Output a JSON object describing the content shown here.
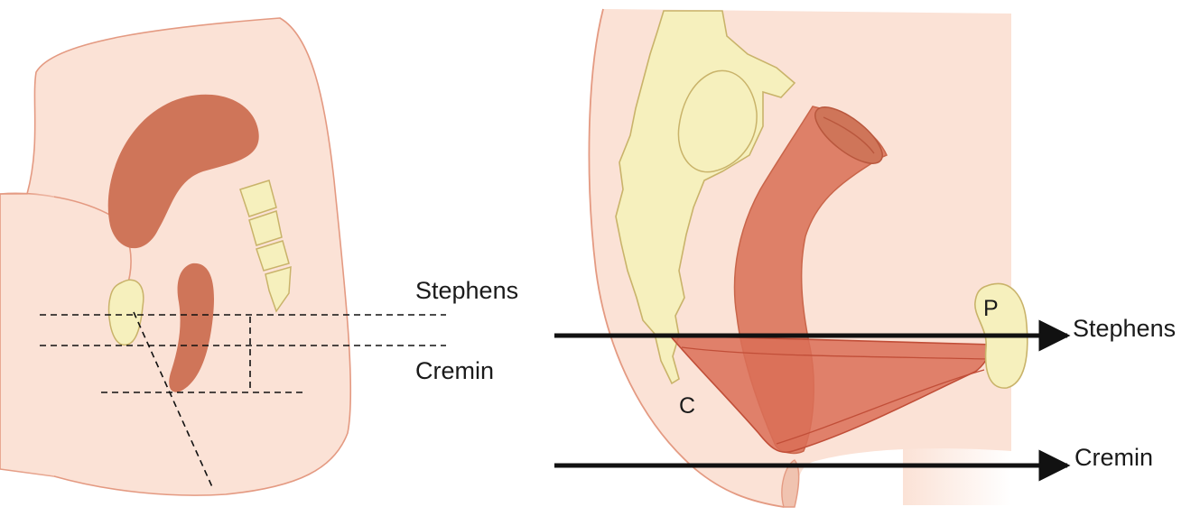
{
  "colors": {
    "skin": "#fbe2d6",
    "skin_outline": "#e49a82",
    "organ": "#cf7559",
    "organ_light": "#de8068",
    "bone": "#f6f0bd",
    "bone_outline": "#c9b36a",
    "line": "#111111"
  },
  "left_panel": {
    "labels": {
      "stephens": "Stephens",
      "cremin": "Cremin"
    }
  },
  "right_panel": {
    "labels": {
      "stephens": "Stephens",
      "cremin": "Cremin",
      "coccyx_marker": "C",
      "pubis_marker": "P"
    }
  }
}
